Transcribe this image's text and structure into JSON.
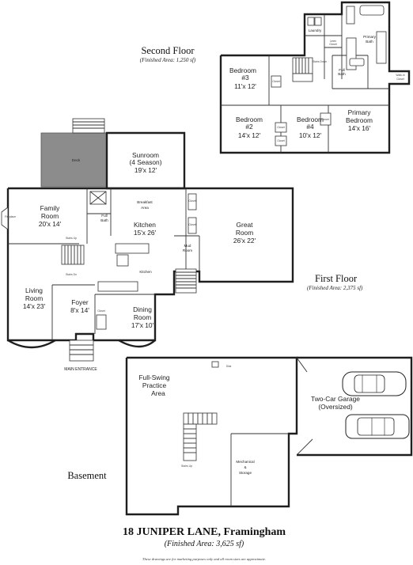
{
  "property": {
    "title": "18 JUNIPER LANE, Framingham",
    "area": "(Finished Area: 3,625 sf)",
    "disclaimer": "These drawings are for marketing purposes only and all room sizes are approximate."
  },
  "second_floor": {
    "title": "Second Floor",
    "area": "(Finished Area: 1,250 sf)",
    "rooms": {
      "bedroom3_name": "Bedroom",
      "bedroom3_num": "#3",
      "bedroom3_dim": "11'x 12'",
      "bedroom2_name": "Bedroom",
      "bedroom2_num": "#2",
      "bedroom2_dim": "14'x 12'",
      "bedroom4_name": "Bedroom",
      "bedroom4_num": "#4",
      "bedroom4_dim": "10'x 12'",
      "primary_bed_name": "Primary",
      "primary_bed_name2": "Bedroom",
      "primary_bed_dim": "14'x 16'",
      "primary_bath_name": "Primary",
      "primary_bath_name2": "Bath",
      "full_bath_name": "Full",
      "full_bath_name2": "Bath",
      "laundry": "Laundry",
      "linen_closet": "Linen",
      "linen_closet2": "Closet",
      "walkin": "Walk-in",
      "walkin2": "Closet",
      "closet": "Closet",
      "stairs_down": "Stairs Down"
    }
  },
  "first_floor": {
    "title": "First Floor",
    "area": "(Finished Area: 2,375 sf)",
    "rooms": {
      "deck": "Deck",
      "sunroom_name": "Sunroom",
      "sunroom_season": "(4 Season)",
      "sunroom_dim": "19'x 12'",
      "family_name": "Family",
      "family_name2": "Room",
      "family_dim": "20'x 14'",
      "fireplace": "Fireplace",
      "breakfast": "Breakfast",
      "breakfast2": "Area",
      "kitchen_name": "Kitchen",
      "kitchen_dim": "15'x 26'",
      "kitchen_label2": "Kitchen",
      "full_bath": "Full",
      "full_bath2": "Bath",
      "great_name": "Great",
      "great_name2": "Room",
      "great_dim": "26'x 22'",
      "mud_name": "Mud",
      "mud_name2": "Room",
      "living_name": "Living",
      "living_name2": "Room",
      "living_dim": "14'x 23'",
      "foyer_name": "Foyer",
      "foyer_dim": "8'x 14'",
      "dining_name": "Dining",
      "dining_name2": "Room",
      "dining_dim": "17'x 10'",
      "closet": "Closet",
      "stairs_up": "Stairs Up",
      "stairs_down": "Stairs Dn",
      "main_entrance": "MAIN ENTRANCE"
    }
  },
  "basement": {
    "title": "Basement",
    "rooms": {
      "practice_name": "Full-Swing",
      "practice_name2": "Practice",
      "practice_name3": "Area",
      "sink": "Sink",
      "garage_name": "Two-Car Garage",
      "garage_note": "(Oversized)",
      "mech_name": "Mechanical",
      "mech_amp": "&",
      "mech_name2": "Storage",
      "stairs_up": "Stairs Up"
    }
  },
  "colors": {
    "wall": "#1f1f1f",
    "deck_fill": "#8c8c8c",
    "car_fill": "#ffffff",
    "background": "#ffffff"
  }
}
